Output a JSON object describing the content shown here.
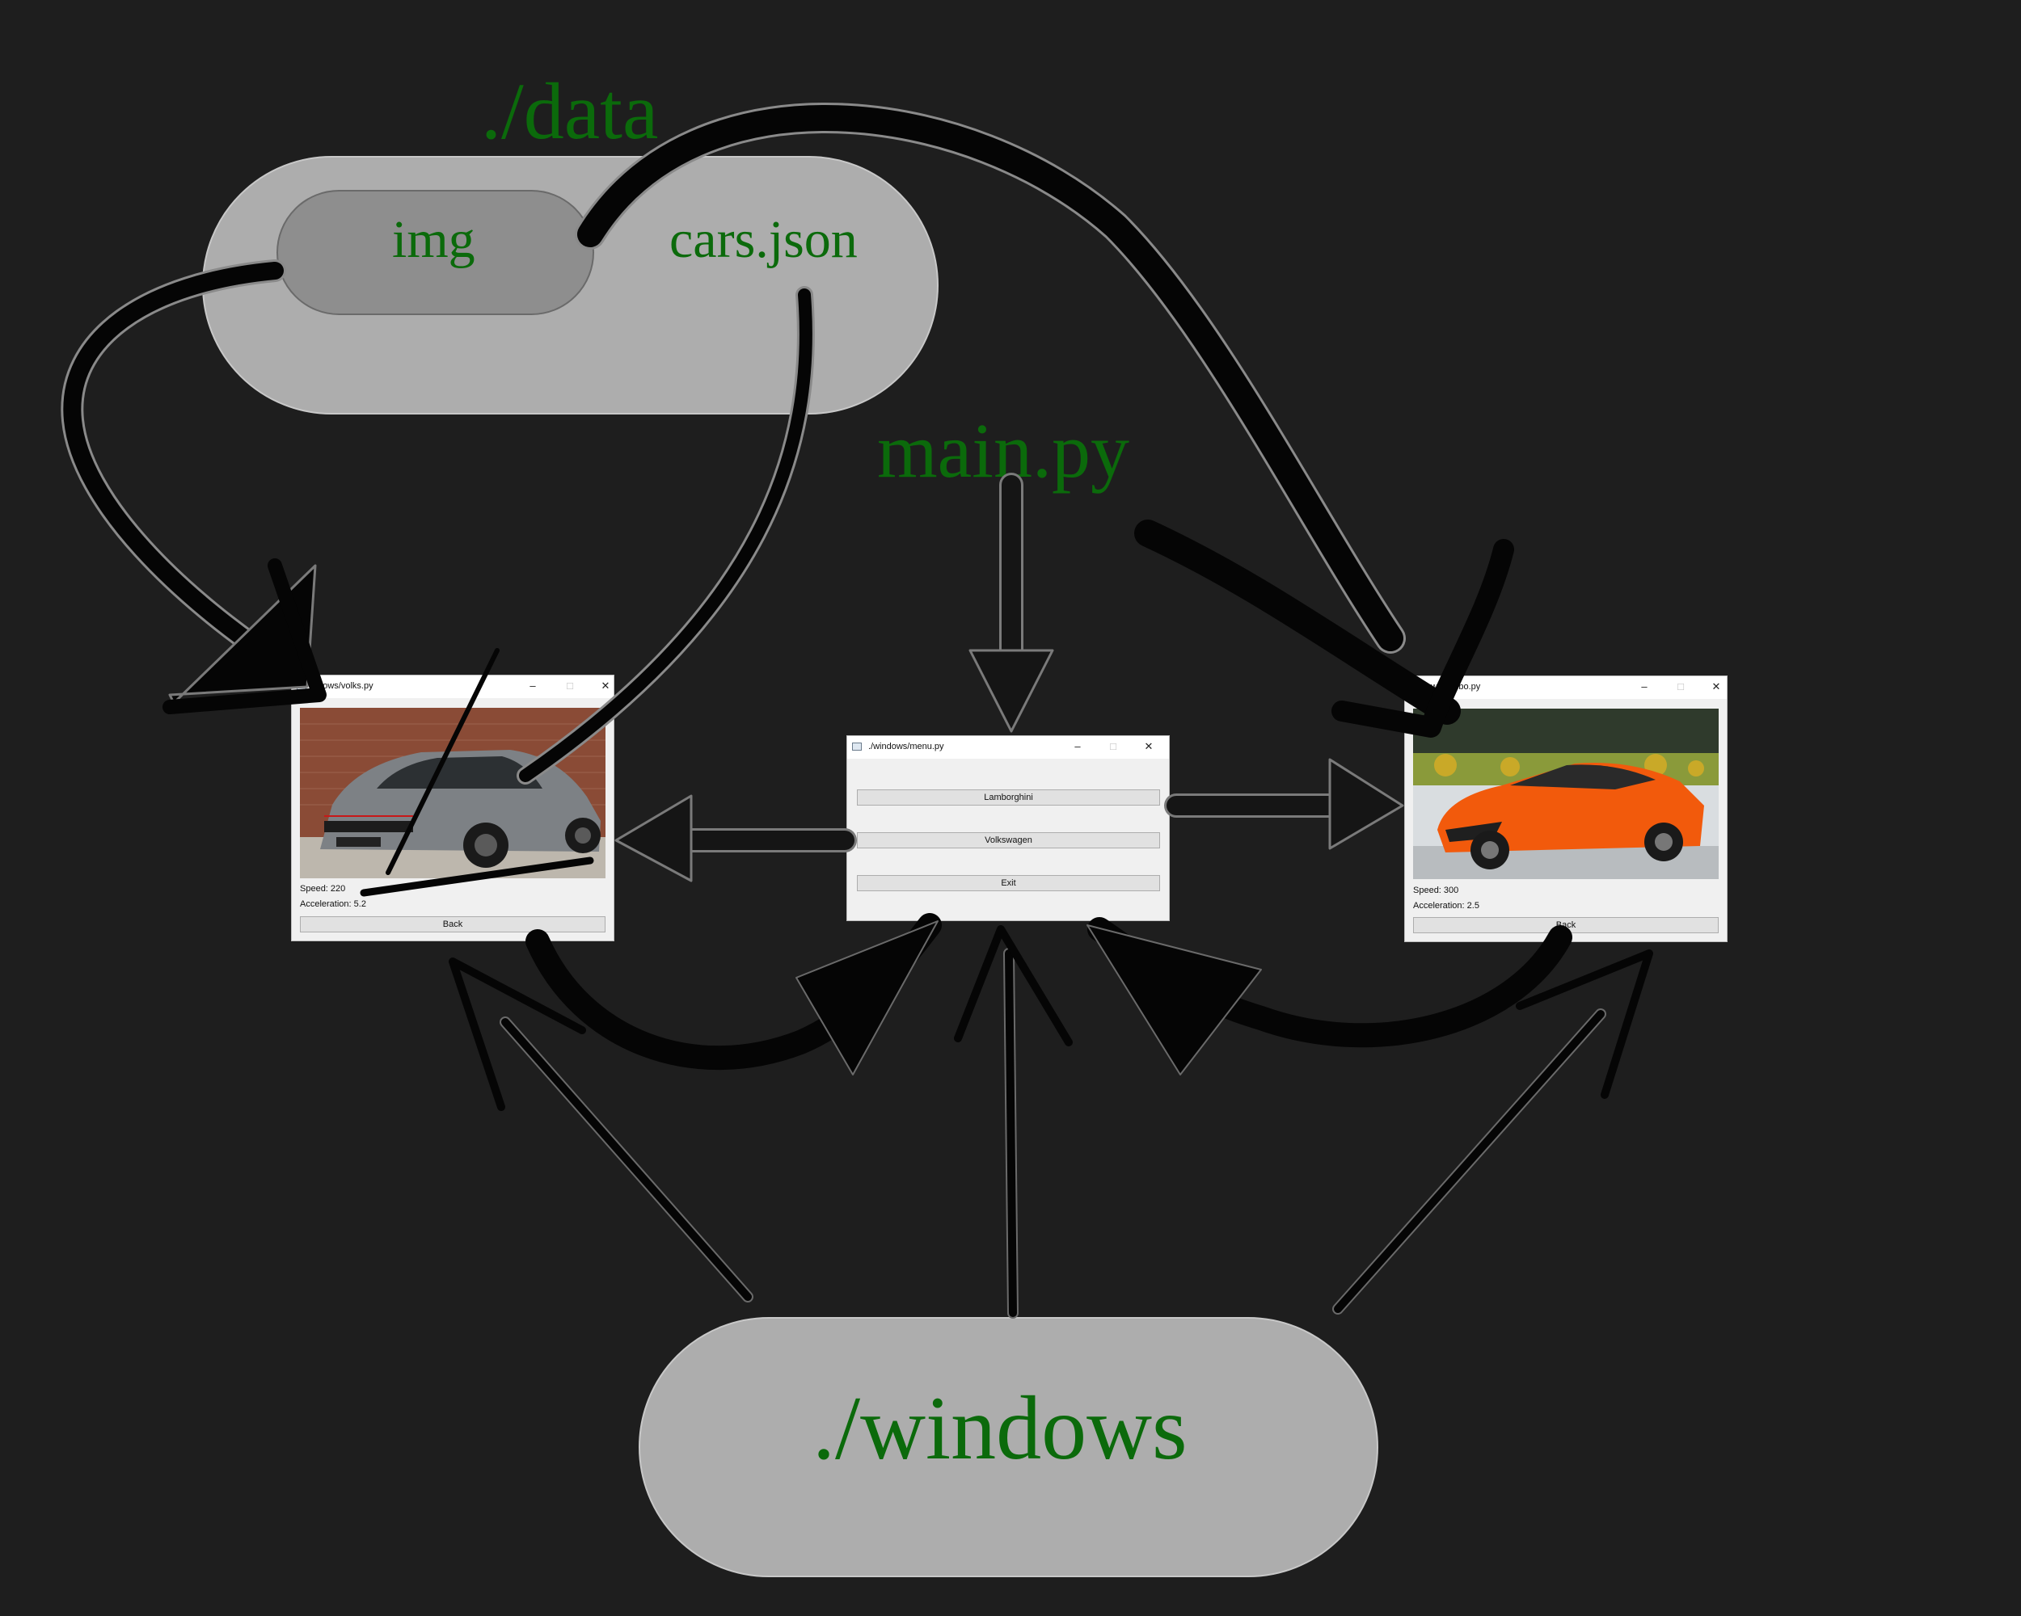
{
  "labels": {
    "data_folder": "./data",
    "img_folder": "img",
    "cars_file": "cars.json",
    "main_file": "main.py",
    "windows_folder": "./windows"
  },
  "windows": {
    "volks": {
      "title": "ndows/volks.py",
      "speed": "Speed: 220",
      "acceleration": "Acceleration: 5.2",
      "back": "Back"
    },
    "menu": {
      "title": "./windows/menu.py",
      "buttons": [
        "Lamborghini",
        "Volkswagen",
        "Exit"
      ]
    },
    "lambo": {
      "title": "ows/lambo.py",
      "speed": "Speed: 300",
      "acceleration": "Acceleration: 2.5",
      "back": "Back"
    }
  },
  "controls": {
    "minimize": "–",
    "maximize": "□",
    "close": "✕"
  },
  "colors": {
    "background": "#1e1e1e",
    "label_text": "#0b6a0b",
    "folder_pill": "#adadad",
    "img_pill": "#8e8e8e",
    "arrow": "#0a0a0a"
  }
}
